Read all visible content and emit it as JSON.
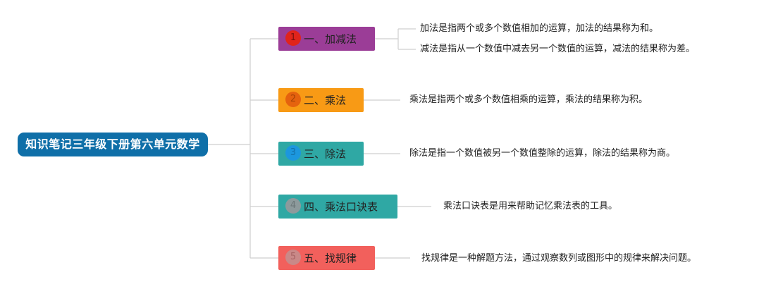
{
  "root": {
    "label": "知识笔记三年级下册第六单元数学",
    "color": "#0f6fa8"
  },
  "branches": [
    {
      "number": "1",
      "label": "一、加减法",
      "color": "#9b3d97",
      "badge_color": "#e0241b",
      "badge_text_color": "#7a0f0b",
      "details": [
        "加法是指两个或多个数值相加的运算，加法的结果称为和。",
        "减法是指从一个数值中减去另一个数值的运算，减法的结果称为差。"
      ]
    },
    {
      "number": "2",
      "label": "二、乘法",
      "color": "#f89a15",
      "badge_color": "#e5620e",
      "badge_text_color": "#a84306",
      "details": [
        "乘法是指两个或多个数值相乘的运算，乘法的结果称为积。"
      ]
    },
    {
      "number": "3",
      "label": "三、除法",
      "color": "#2fa8a4",
      "badge_color": "#1c97de",
      "badge_text_color": "#1472aa",
      "details": [
        "除法是指一个数值被另一个数值整除的运算，除法的结果称为商。"
      ]
    },
    {
      "number": "4",
      "label": "四、乘法口诀表",
      "color": "#2fa8a4",
      "badge_color": "#8d9a9c",
      "badge_text_color": "#6b7678",
      "details": [
        "乘法口诀表是用来帮助记忆乘法表的工具。"
      ]
    },
    {
      "number": "5",
      "label": "五、找规律",
      "color": "#f2605c",
      "badge_color": "#c98988",
      "badge_text_color": "#a86464",
      "details": [
        "找规律是一种解题方法，通过观察数列或图形中的规律来解决问题。"
      ]
    }
  ]
}
